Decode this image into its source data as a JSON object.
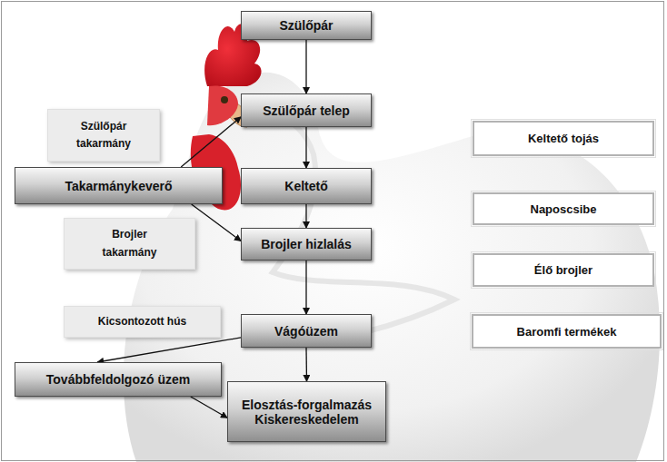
{
  "diagram": {
    "nodes": [
      {
        "text": [
          "Szülőpár"
        ]
      },
      {
        "text": [
          "Szülőpár takarmány"
        ]
      },
      {
        "text": [
          "Szülőpár telep"
        ]
      },
      {
        "text": [
          "Keltető tojás"
        ]
      },
      {
        "text": [
          "Takarmánykeverő"
        ]
      },
      {
        "text": [
          "Keltető"
        ]
      },
      {
        "text": [
          "Naposcsibe"
        ]
      },
      {
        "text": [
          "Brojler takarmány"
        ]
      },
      {
        "text": [
          "Brojler hizlalás"
        ]
      },
      {
        "text": [
          "Élő brojler"
        ]
      },
      {
        "text": [
          "Kicsontozott hús"
        ]
      },
      {
        "text": [
          "Vágóüzem"
        ]
      },
      {
        "text": [
          "Baromfi termékek"
        ]
      },
      {
        "text": [
          "Továbbfeldolgozó üzem"
        ]
      },
      {
        "text": [
          "Elosztás-forgalmazás Kiskereskedelem"
        ]
      }
    ],
    "edges": [
      {
        "from": 0,
        "to": 2,
        "arrow": "to"
      },
      {
        "from": 2,
        "to": 5,
        "arrow": "to"
      },
      {
        "from": 5,
        "to": 8,
        "arrow": "to"
      },
      {
        "from": 8,
        "to": 11,
        "arrow": "to"
      },
      {
        "from": 11,
        "to": 14,
        "arrow": "to"
      },
      {
        "from": 4,
        "to": 2,
        "arrow": "to"
      },
      {
        "from": 4,
        "to": 8,
        "arrow": "to"
      },
      {
        "from": 11,
        "to": 13,
        "arrow": "to"
      },
      {
        "from": 13,
        "to": 14,
        "arrow": "to"
      }
    ]
  }
}
